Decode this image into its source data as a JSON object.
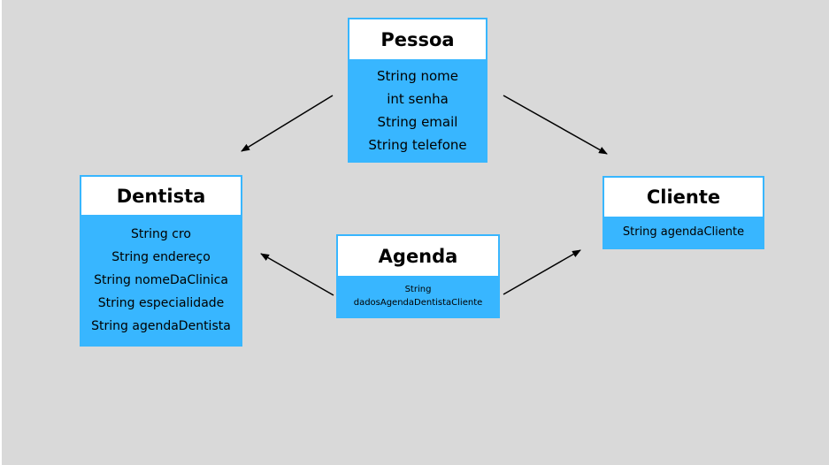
{
  "classes": {
    "pessoa": {
      "title": "Pessoa",
      "attributes": [
        "String nome",
        "int senha",
        "String email",
        "String telefone"
      ]
    },
    "dentista": {
      "title": "Dentista",
      "attributes": [
        "String cro",
        "String endereço",
        "String nomeDaClinica",
        "String especialidade",
        "String agendaDentista"
      ]
    },
    "cliente": {
      "title": "Cliente",
      "attributes": [
        "String agendaCliente"
      ]
    },
    "agenda": {
      "title": "Agenda",
      "attributes": [
        "String dadosAgendaDentistaCliente"
      ]
    }
  },
  "relations": [
    {
      "from": "Pessoa",
      "to": "Dentista"
    },
    {
      "from": "Pessoa",
      "to": "Cliente"
    },
    {
      "from": "Agenda",
      "to": "Dentista"
    },
    {
      "from": "Agenda",
      "to": "Cliente"
    }
  ],
  "colors": {
    "background": "#d9d9d9",
    "box_fill": "#38b6ff",
    "header_fill": "#ffffff",
    "arrow": "#000000"
  }
}
